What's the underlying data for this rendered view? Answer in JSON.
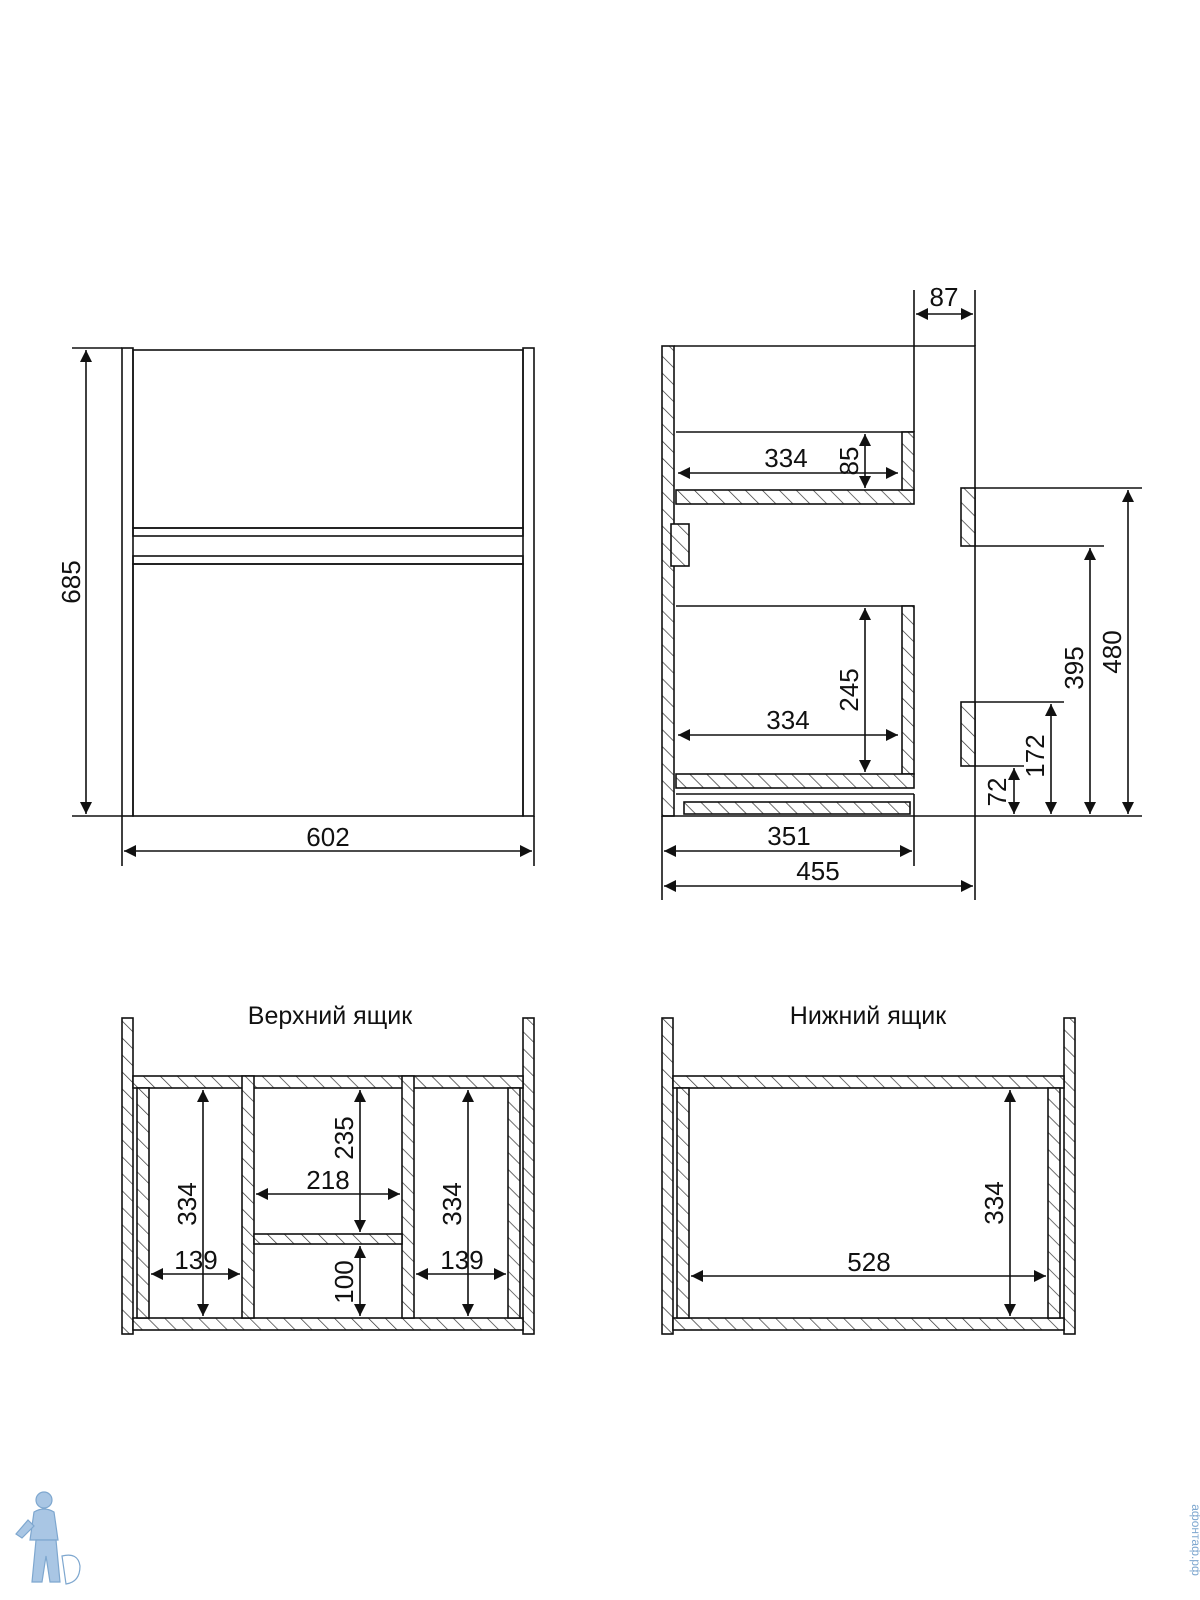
{
  "front_view": {
    "height_label": "685",
    "width_label": "602"
  },
  "side_view": {
    "top_offset_label": "87",
    "upper_drawer_depth_label": "334",
    "upper_drawer_height_label": "85",
    "lower_drawer_height_label": "245",
    "lower_drawer_depth_label": "334",
    "inner_depth_label": "351",
    "total_depth_label": "455",
    "mount_72_label": "72",
    "mount_172_label": "172",
    "mount_395_label": "395",
    "mount_480_label": "480"
  },
  "upper_drawer": {
    "title": "Верхний ящик",
    "left_depth_label": "334",
    "right_depth_label": "334",
    "left_width_label": "139",
    "right_width_label": "139",
    "middle_width_label": "218",
    "middle_top_depth_label": "235",
    "middle_bottom_depth_label": "100"
  },
  "lower_drawer": {
    "title": "Нижний ящик",
    "depth_label": "334",
    "width_label": "528"
  },
  "watermark": {
    "text": "афонтаф.рф",
    "color": "#7ea7cf"
  }
}
